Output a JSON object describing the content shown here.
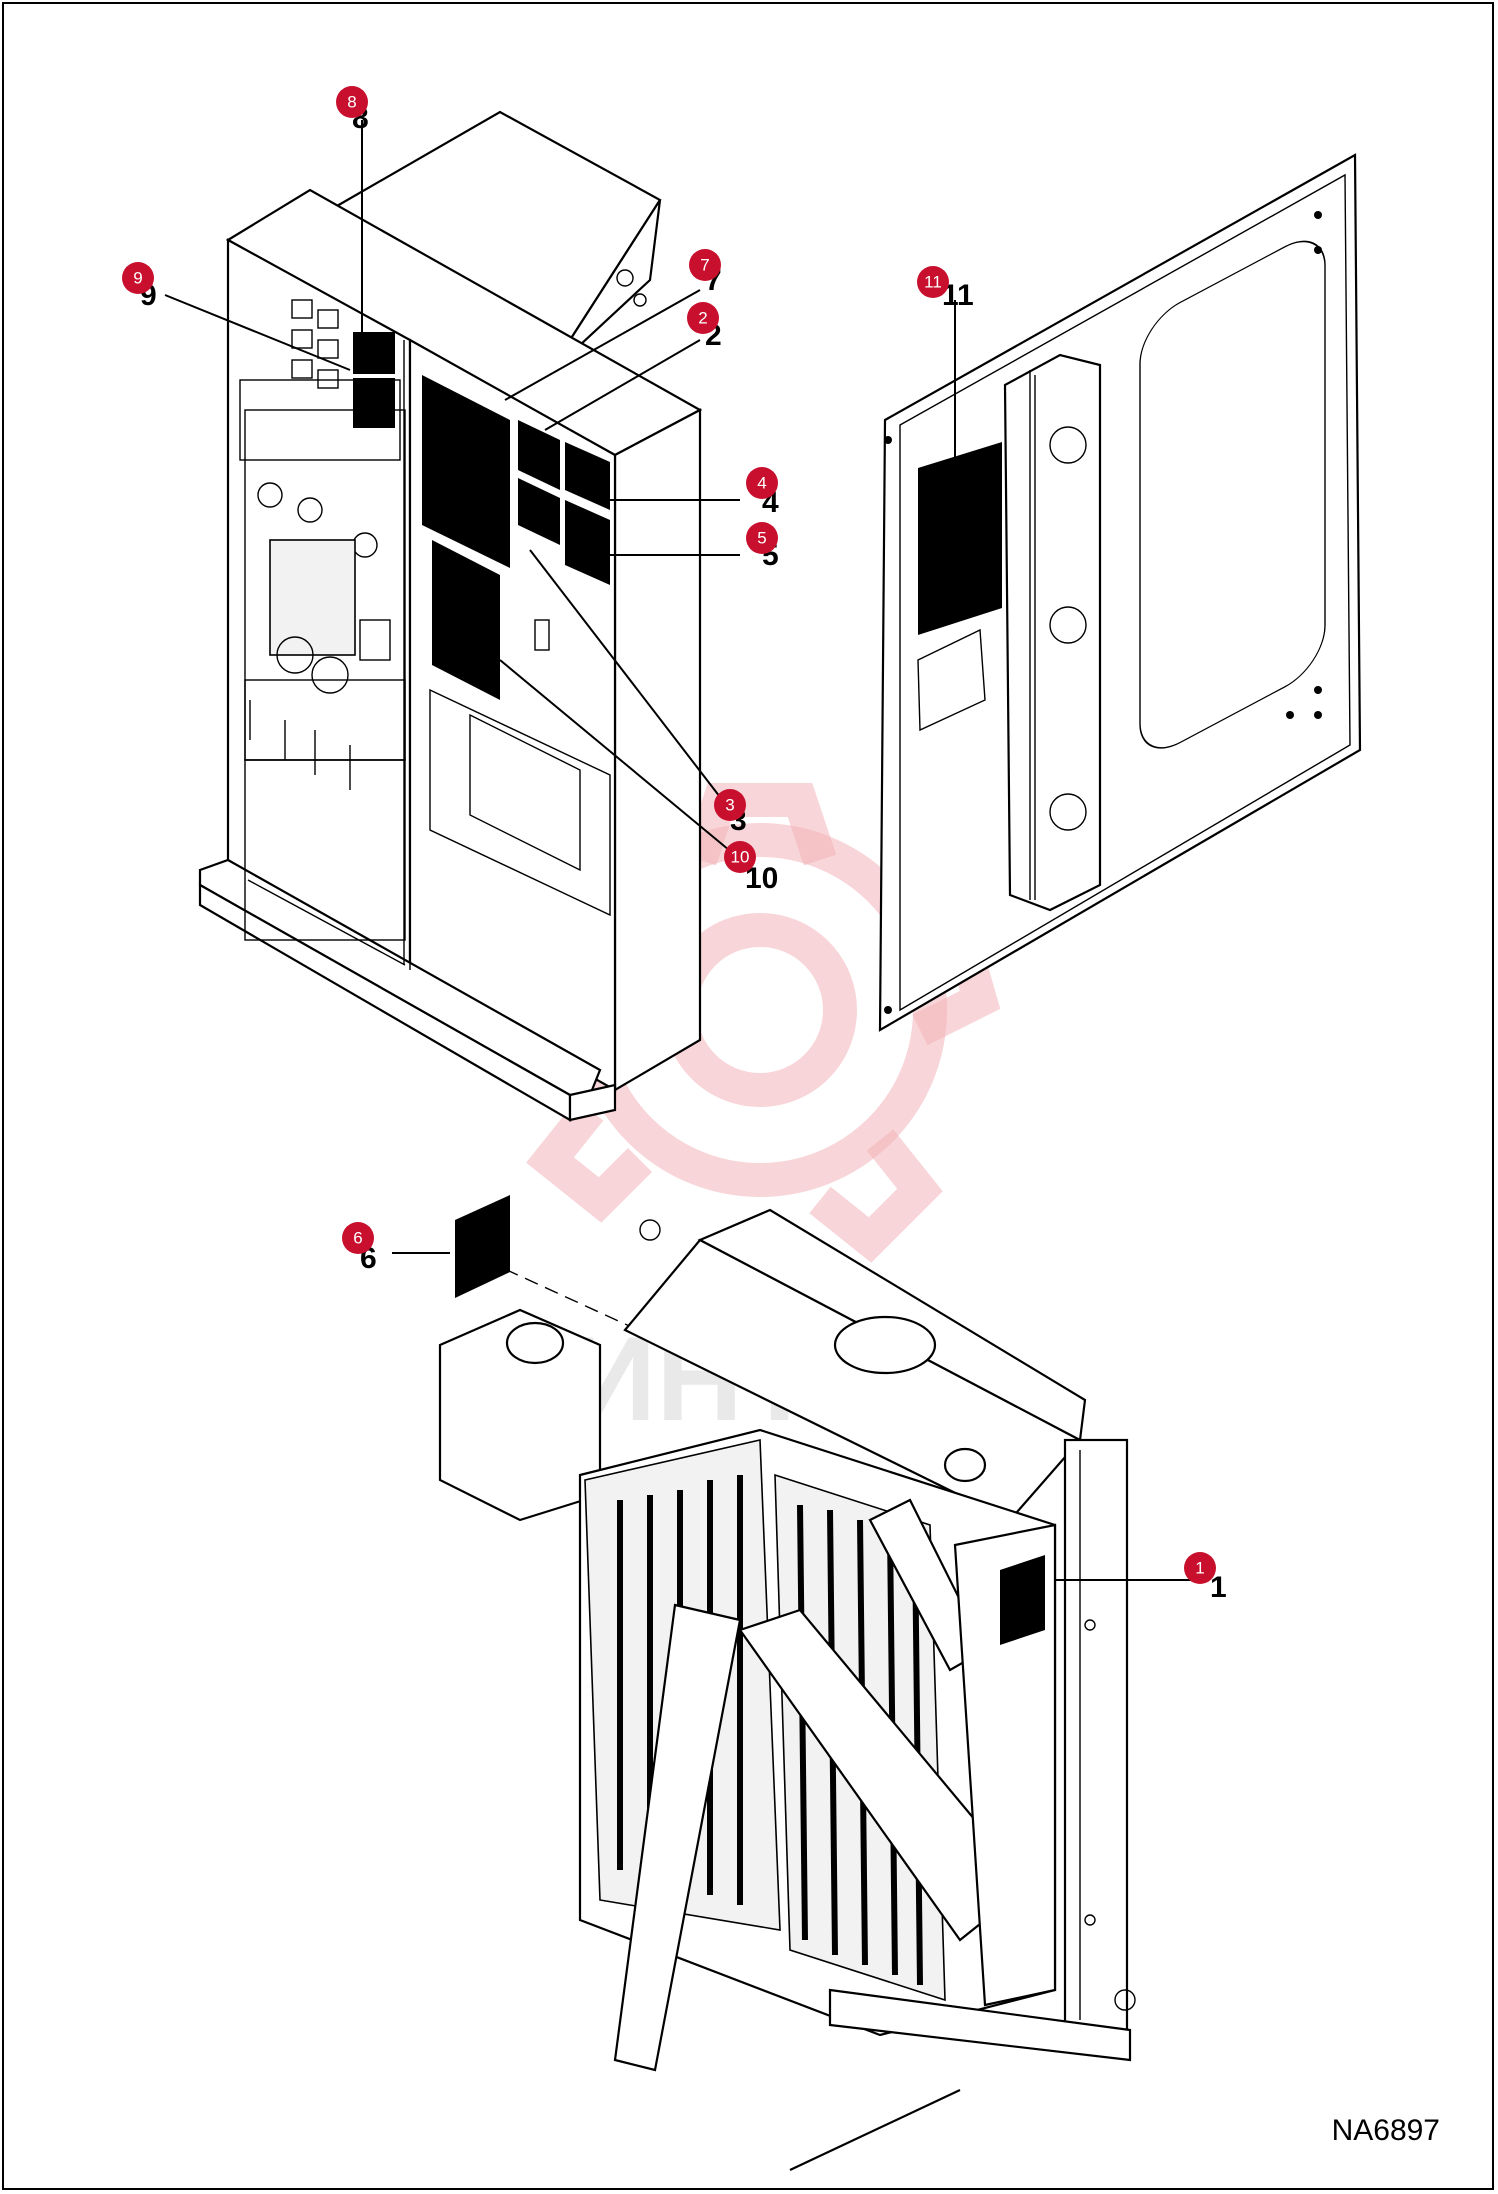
{
  "figure_id": "NA6897",
  "watermark_text": "ИНТЕХ",
  "callouts": [
    {
      "id": "c1",
      "number": "1"
    },
    {
      "id": "c2",
      "number": "2"
    },
    {
      "id": "c3",
      "number": "3"
    },
    {
      "id": "c4",
      "number": "4"
    },
    {
      "id": "c5",
      "number": "5"
    },
    {
      "id": "c6",
      "number": "6"
    },
    {
      "id": "c7",
      "number": "7"
    },
    {
      "id": "c8",
      "number": "8"
    },
    {
      "id": "c9",
      "number": "9"
    },
    {
      "id": "c10",
      "number": "10"
    },
    {
      "id": "c11",
      "number": "11"
    }
  ],
  "colors": {
    "badge": "#c8102e",
    "line": "#000000",
    "label": "#000000",
    "watermark": "#f3b3b8"
  }
}
